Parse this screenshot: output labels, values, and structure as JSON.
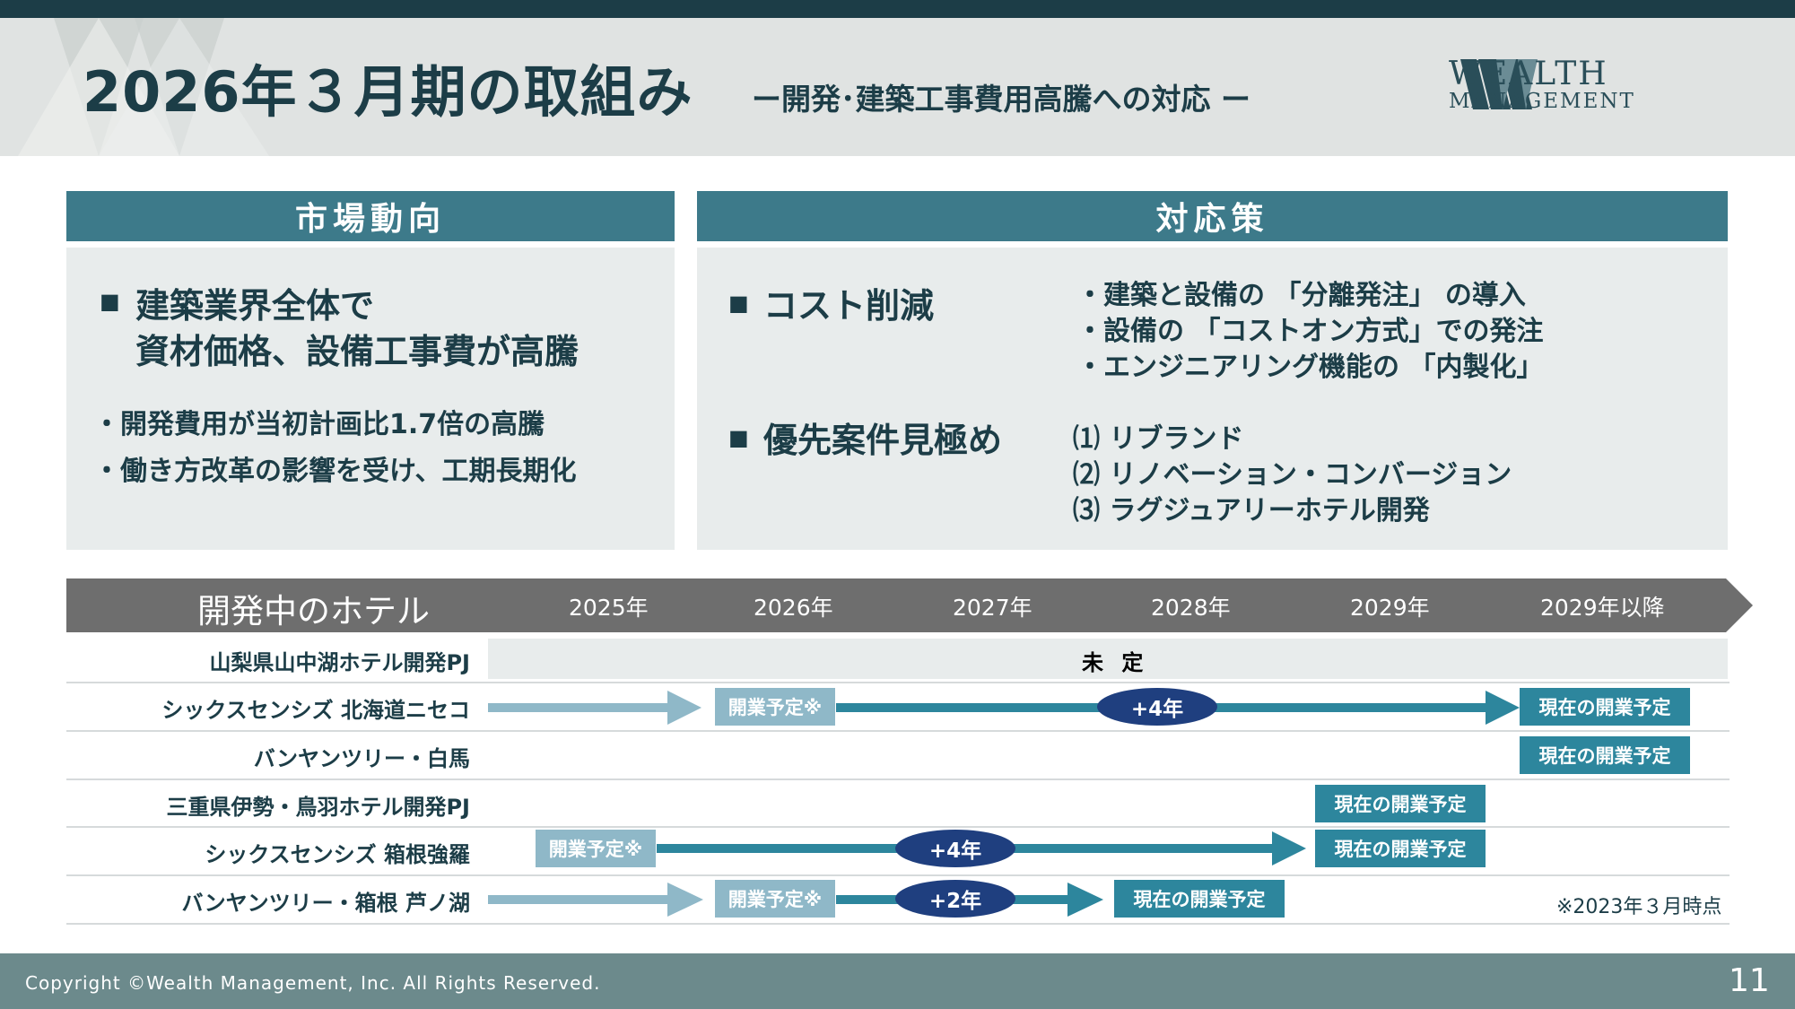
{
  "header": {
    "title": "2026年３月期の取組み",
    "subtitle": "ー開発･建築工事費用高騰への対応 ー",
    "logo_line1": "WEALTH",
    "logo_line2": "MANAGEMENT"
  },
  "market": {
    "heading": "市場動向",
    "bullet_line1": "建築業界全体で",
    "bullet_line2": "資材価格、設備工事費が高騰",
    "points": [
      "・開発費用が当初計画比1.7倍の高騰",
      "・働き方改革の影響を受け、工期長期化"
    ]
  },
  "measures": {
    "heading": "対応策",
    "cost_label": "コスト削減",
    "cost_points": [
      "・建築と設備の 「分離発注」 の導入",
      "・設備の 「コストオン方式」での発注",
      "・エンジニアリング機能の 「内製化」"
    ],
    "priority_label": "優先案件見極め",
    "priority_points": [
      "⑴ リブランド",
      "⑵ リノベーション・コンバージョン",
      "⑶ ラグジュアリーホテル開発"
    ]
  },
  "timeline": {
    "title": "開発中のホテル",
    "years": [
      "2025年",
      "2026年",
      "2027年",
      "2028年",
      "2029年",
      "2029年以降"
    ],
    "rows": [
      {
        "name": "山梨県山中湖ホテル開発PJ",
        "status": "未 定"
      },
      {
        "name": "シックスセンシズ 北海道ニセコ",
        "original": "開業予定※",
        "delay": "+4年",
        "current": "現在の開業予定"
      },
      {
        "name": "バンヤンツリー・白馬",
        "current": "現在の開業予定"
      },
      {
        "name": "三重県伊勢・鳥羽ホテル開発PJ",
        "current": "現在の開業予定"
      },
      {
        "name": "シックスセンシズ 箱根強羅",
        "original": "開業予定※",
        "delay": "+4年",
        "current": "現在の開業予定"
      },
      {
        "name": "バンヤンツリー・箱根 芦ノ湖",
        "original": "開業予定※",
        "delay": "+2年",
        "current": "現在の開業予定"
      }
    ],
    "note": "※2023年３月時点"
  },
  "footer": {
    "copyright": "Copyright ©Wealth Management, Inc. All Rights Reserved.",
    "page": "11"
  },
  "colors": {
    "navy": "#1c3d47",
    "teal": "#3d7a8a",
    "arrow_light": "#8fb8c8",
    "arrow_dark": "#2d869d",
    "delay_oval": "#1f3f7f",
    "footer": "#6c8a8c"
  }
}
